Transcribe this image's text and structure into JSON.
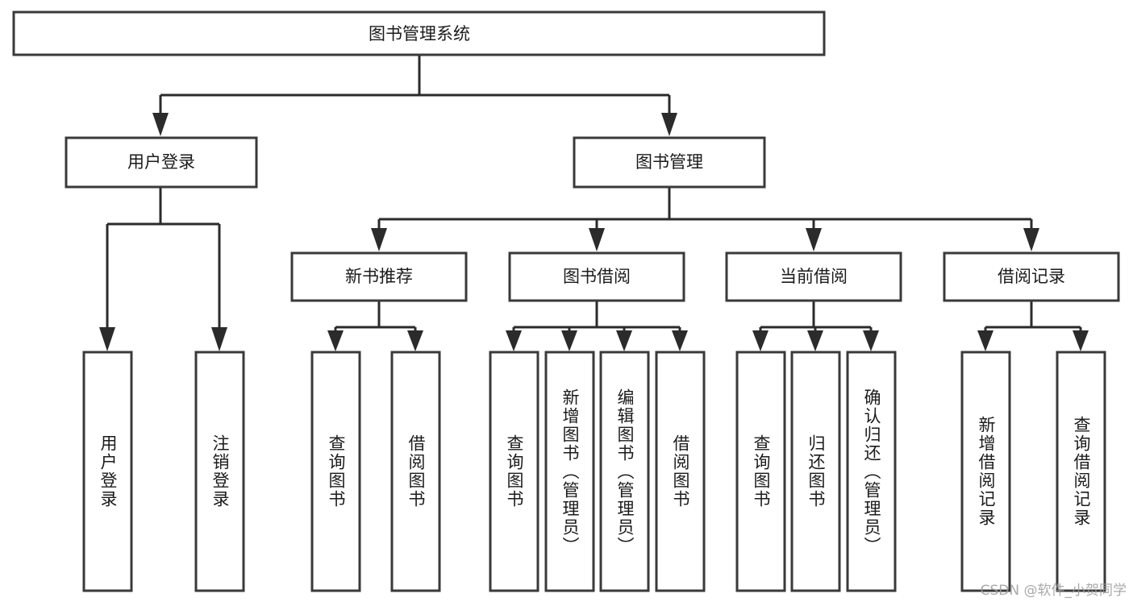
{
  "diagram": {
    "title": "图书管理系统",
    "watermark": "CSDN @软件_小贺同学",
    "colors": {
      "box_stroke": "#3a3a3a",
      "connector": "#2b2b2b",
      "text": "#1b1b1b",
      "background": "#ffffff",
      "watermark": "#9b9b9b"
    },
    "root": {
      "label": "图书管理系统"
    },
    "level2": [
      {
        "label": "用户登录"
      },
      {
        "label": "图书管理"
      }
    ],
    "level3": [
      {
        "label": "新书推荐"
      },
      {
        "label": "图书借阅"
      },
      {
        "label": "当前借阅"
      },
      {
        "label": "借阅记录"
      }
    ],
    "leaves": {
      "user_login": [
        {
          "label": "用户登录"
        },
        {
          "label": "注销登录"
        }
      ],
      "new_book_recommend": [
        {
          "label": "查询图书"
        },
        {
          "label": "借阅图书"
        }
      ],
      "book_borrow": [
        {
          "label": "查询图书"
        },
        {
          "label": "新增图书（管理员）"
        },
        {
          "label": "编辑图书（管理员）"
        },
        {
          "label": "借阅图书"
        }
      ],
      "current_borrow": [
        {
          "label": "查询图书"
        },
        {
          "label": "归还图书"
        },
        {
          "label": "确认归还（管理员）"
        }
      ],
      "borrow_record": [
        {
          "label": "新增借阅记录"
        },
        {
          "label": "查询借阅记录"
        }
      ]
    }
  }
}
